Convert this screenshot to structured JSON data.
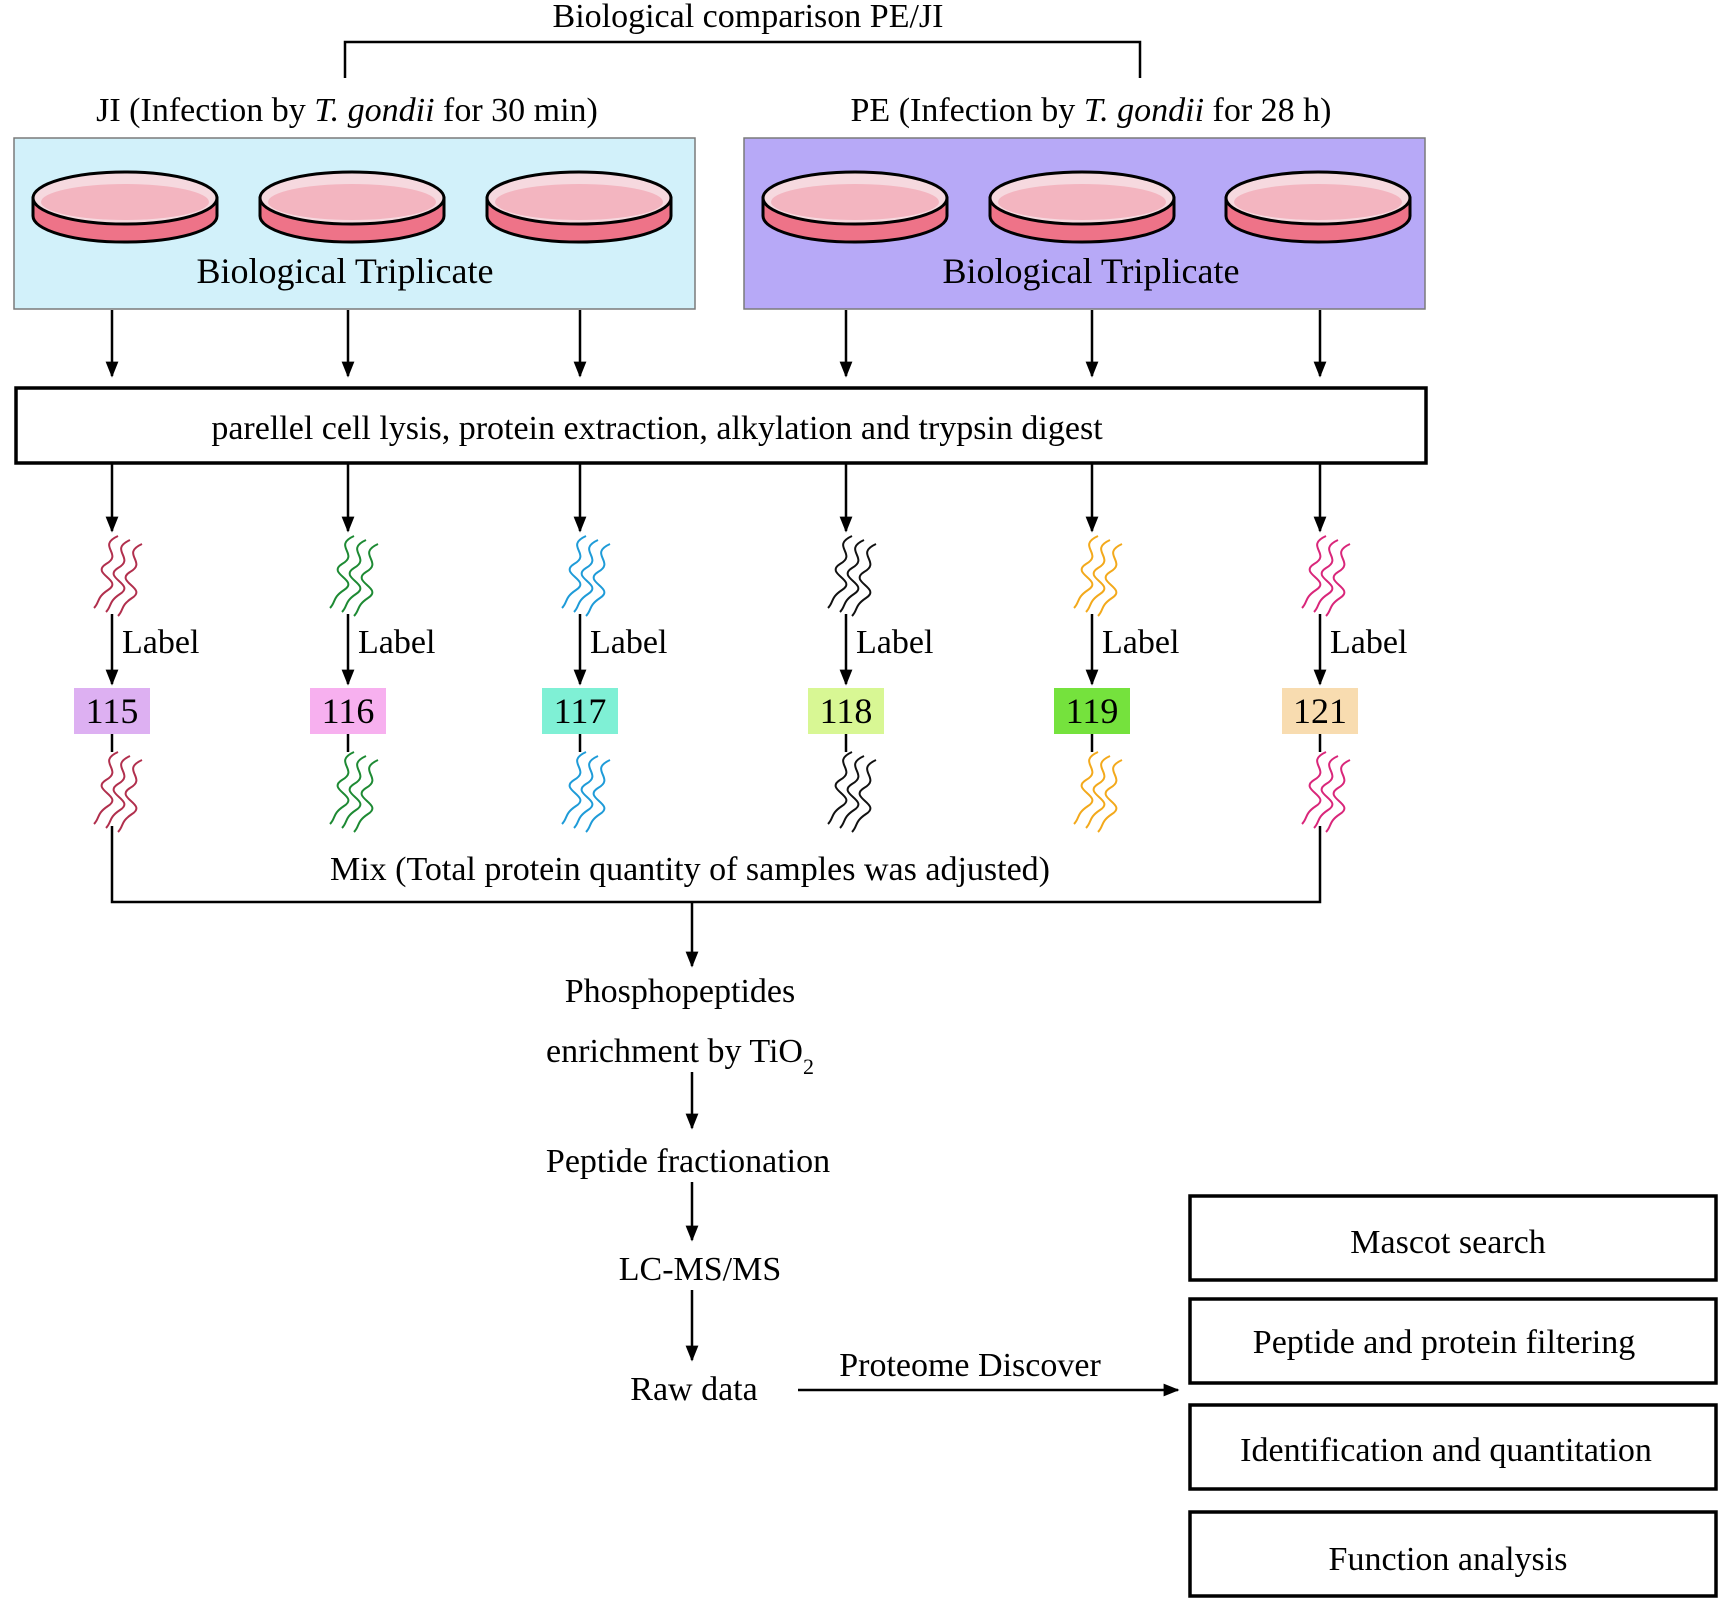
{
  "comparison_title": "Biological comparison PE/JI",
  "groups": [
    {
      "label_before": "JI (Infection by ",
      "label_italic": "T. gondii",
      "label_after": " for 30 min)",
      "box_text": "Biological Triplicate",
      "box_color": "#d2f1fa",
      "dish_count": 3
    },
    {
      "label_before": "PE (Infection by ",
      "label_italic": "T. gondii",
      "label_after": " for 28 h)",
      "box_text": "Biological Triplicate",
      "box_color": "#b7a9f7",
      "dish_count": 3
    }
  ],
  "dish_colors": {
    "media": "#ee7388",
    "lid": "#f6d9df",
    "outline": "#000000"
  },
  "process_text": "parellel cell lysis, protein extraction, alkylation and trypsin digest",
  "label_text": "Label",
  "samples": [
    {
      "tag": "115",
      "tag_color": "#ddb0f2",
      "peptide_color": "#b12f4d"
    },
    {
      "tag": "116",
      "tag_color": "#f7b0ef",
      "peptide_color": "#1d8a33"
    },
    {
      "tag": "117",
      "tag_color": "#7ff0d5",
      "peptide_color": "#1e9bd8"
    },
    {
      "tag": "118",
      "tag_color": "#d8f794",
      "peptide_color": "#111111"
    },
    {
      "tag": "119",
      "tag_color": "#75e23d",
      "peptide_color": "#f3a91b"
    },
    {
      "tag": "121",
      "tag_color": "#f8dcb0",
      "peptide_color": "#d9267a"
    }
  ],
  "mix_text": "Mix (Total protein quantity of samples was adjusted)",
  "enrichment_line1": "Phosphopeptides",
  "enrichment_line2": "enrichment by TiO",
  "enrichment_subscript": "2",
  "fractionation_text": "Peptide fractionation",
  "lcms_text": "LC-MS/MS",
  "raw_text": "Raw data",
  "software_text": "Proteome Discover",
  "analysis_steps": [
    "Mascot search",
    "Peptide and protein filtering",
    "Identification and quantitation",
    "Function analysis"
  ]
}
